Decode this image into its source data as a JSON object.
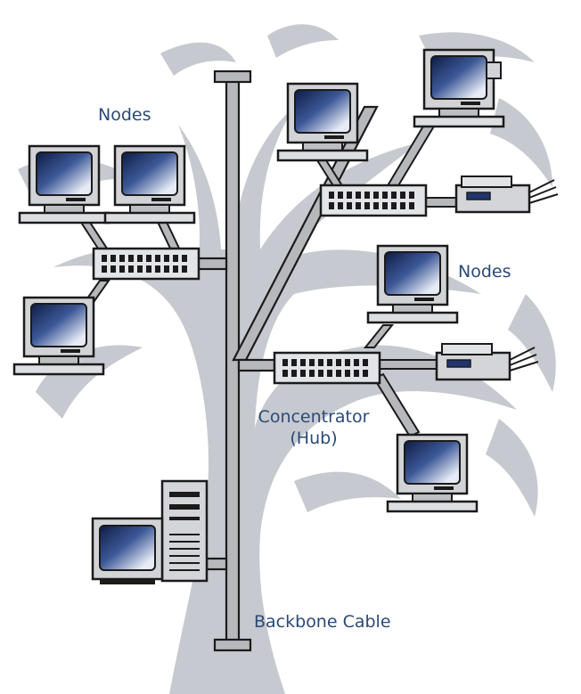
{
  "labels": {
    "nodes_left": "Nodes",
    "nodes_right": "Nodes",
    "concentrator_line1": "Concentrator",
    "concentrator_line2": "(Hub)",
    "backbone": "Backbone Cable"
  },
  "colors": {
    "tree": "#c6c9cf",
    "cable": "#b7b8bc",
    "outline": "#1b1b1b",
    "label": "#2a4a78",
    "screen_dark": "#1f3570",
    "screen_light": "#e8edf6",
    "device_body": "#cfd0d3"
  }
}
